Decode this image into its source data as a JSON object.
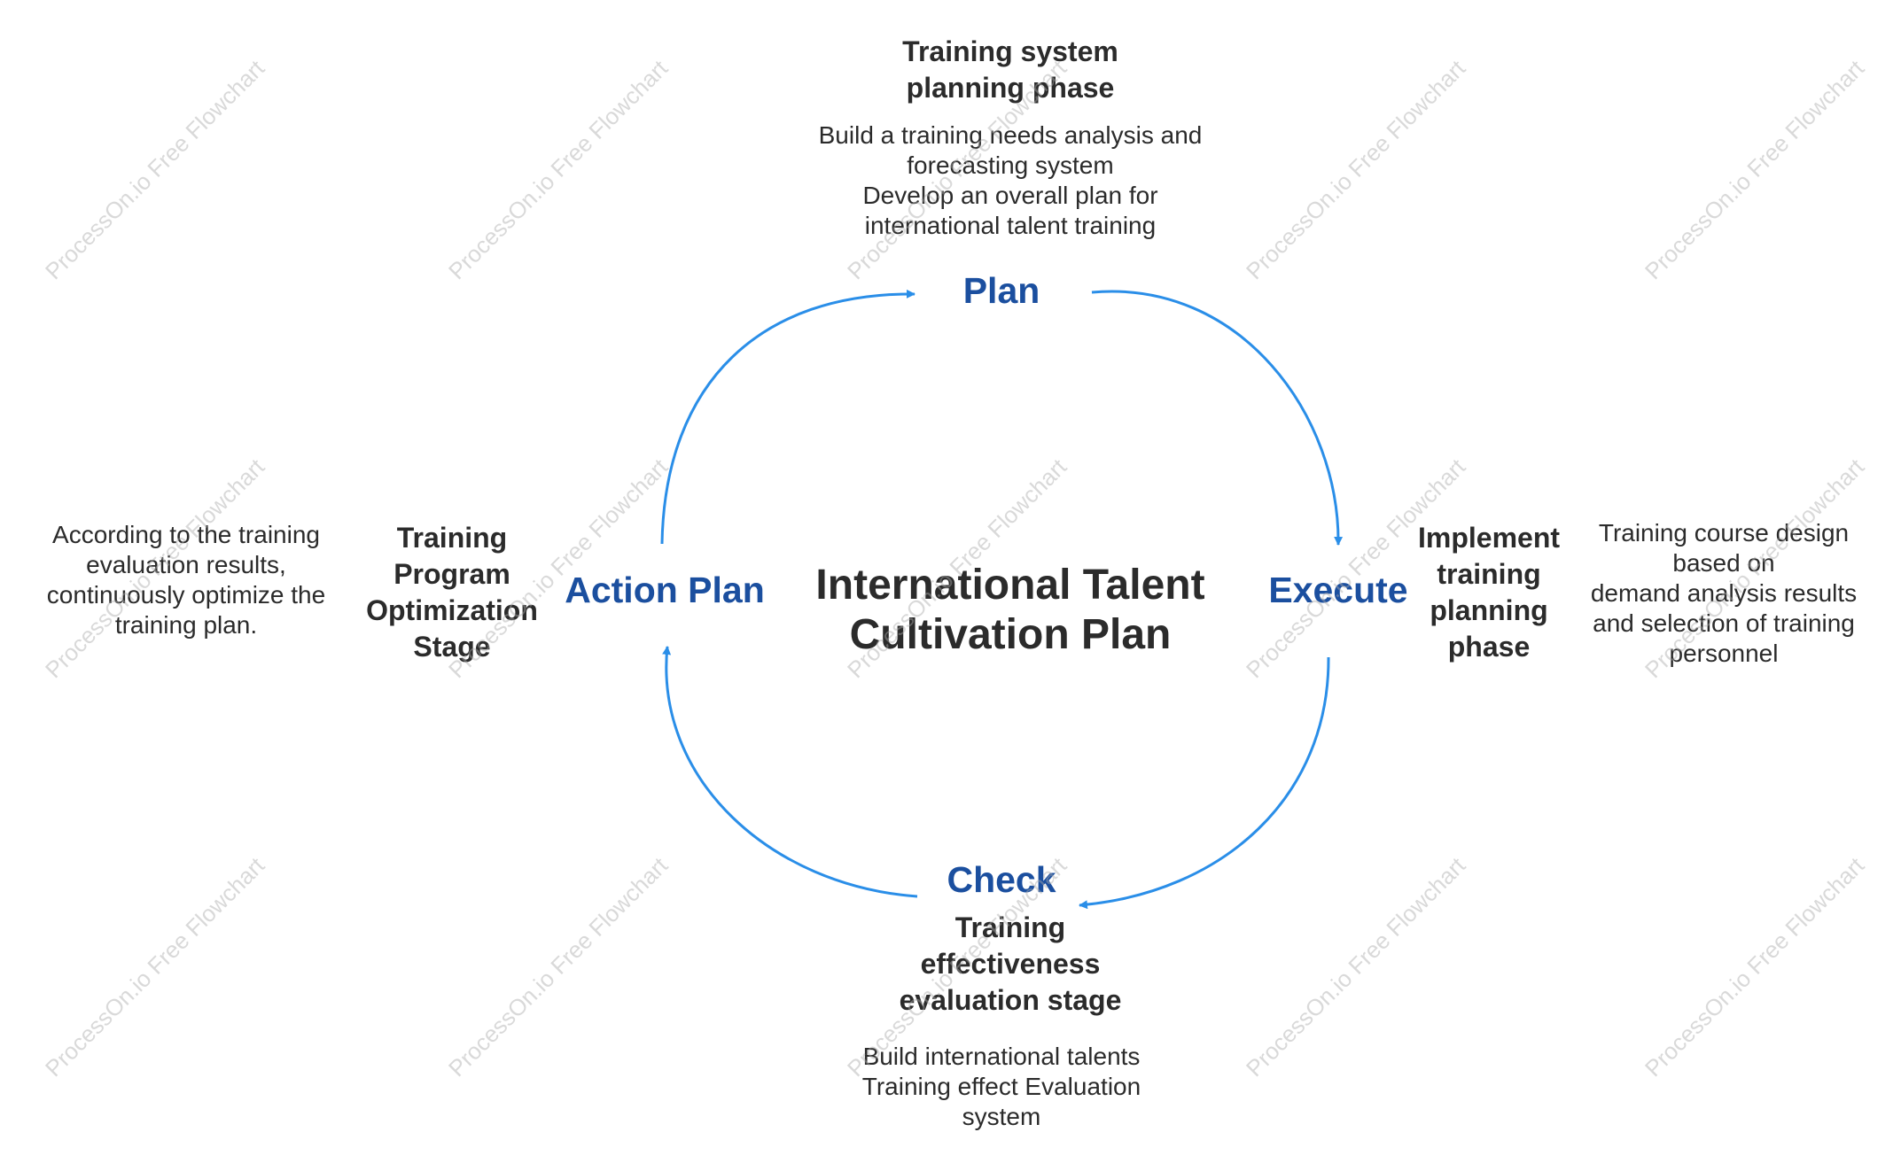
{
  "center_title": [
    "International Talent",
    "Cultivation Plan"
  ],
  "phases": {
    "plan": {
      "label": "Plan",
      "stage": [
        "Training system",
        "planning phase"
      ],
      "desc": [
        "Build a training needs analysis and",
        "forecasting system",
        "Develop an overall plan for",
        "international talent training"
      ]
    },
    "execute": {
      "label": "Execute",
      "stage": [
        "Implement",
        "training",
        "planning",
        "phase"
      ],
      "desc": [
        "Training course design",
        "based on",
        "demand analysis results",
        "and selection of training",
        "personnel"
      ]
    },
    "check": {
      "label": "Check",
      "stage": [
        "Training",
        "effectiveness",
        "evaluation stage"
      ],
      "desc": [
        "Build international talents",
        "Training effect Evaluation",
        "system"
      ]
    },
    "action": {
      "label": "Action Plan",
      "stage": [
        "Training",
        "Program",
        "Optimization",
        "Stage"
      ],
      "desc": [
        "According to the training",
        "evaluation results,",
        "continuously optimize the",
        "training plan."
      ]
    }
  },
  "watermark_text": "ProcessOn.io Free Flowchart",
  "colors": {
    "arrow": "#2a8ee8",
    "phase_label": "#1b4f9f",
    "text": "#2b2b2b"
  }
}
